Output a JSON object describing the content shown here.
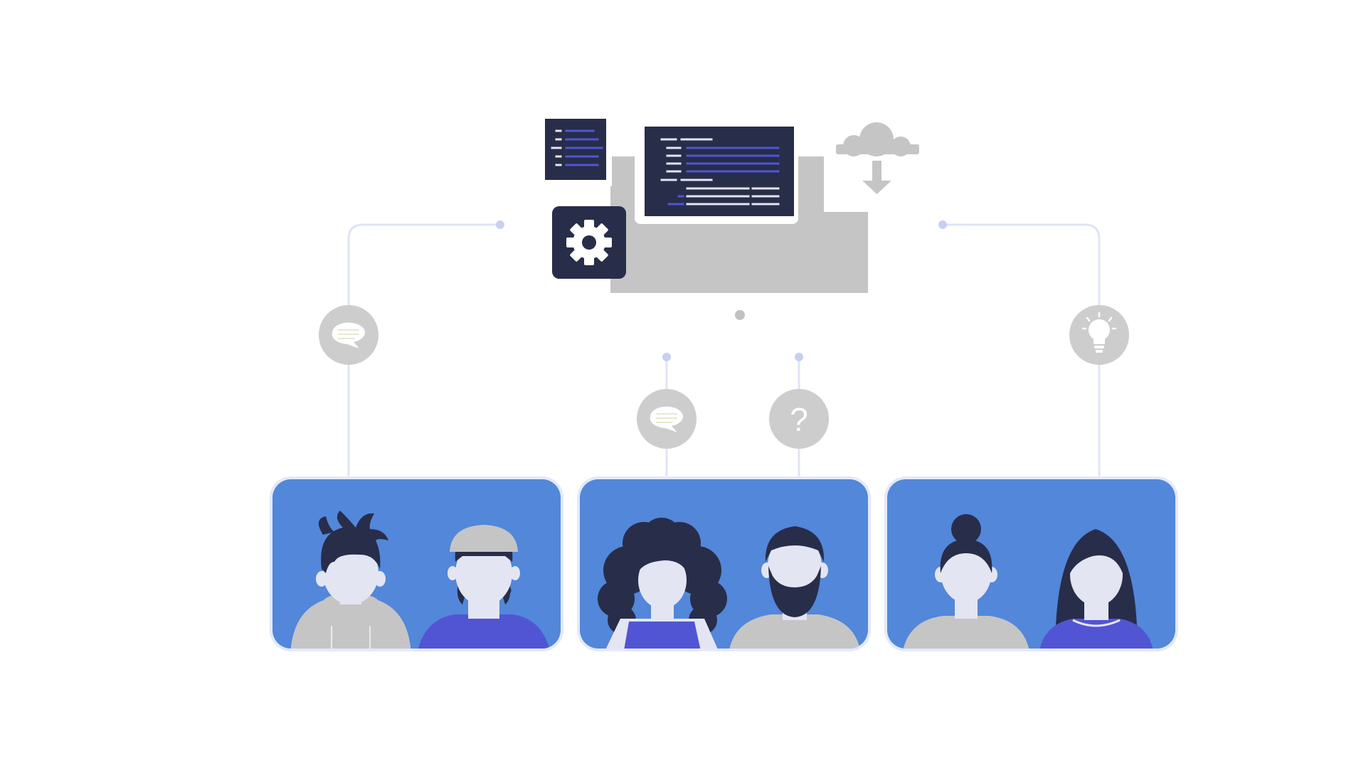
{
  "colors": {
    "background": "#ffffff",
    "card_blue": "#5287da",
    "navy": "#282d4a",
    "gray": "#c5c5c5",
    "icon_gray": "#cdcdcd",
    "purple": "#5155d3",
    "connector": "#dfe4f7",
    "face": "#e4e5f2"
  },
  "icons": {
    "left_bubble": "chat-bubble-icon",
    "center_bubble": "chat-bubble-icon",
    "question": "question-icon",
    "idea": "lightbulb-icon",
    "settings": "gear-icon",
    "cloud": "cloud-download-icon",
    "code": "code-window-icon"
  },
  "glyphs": {
    "question_mark": "?"
  },
  "groups": [
    {
      "id": "team-left",
      "people": [
        "spiky-hair-hoodie-person",
        "beanie-person"
      ]
    },
    {
      "id": "team-center",
      "people": [
        "curly-hair-person",
        "bearded-person"
      ]
    },
    {
      "id": "team-right",
      "people": [
        "bun-hair-person",
        "long-hair-person"
      ]
    }
  ]
}
